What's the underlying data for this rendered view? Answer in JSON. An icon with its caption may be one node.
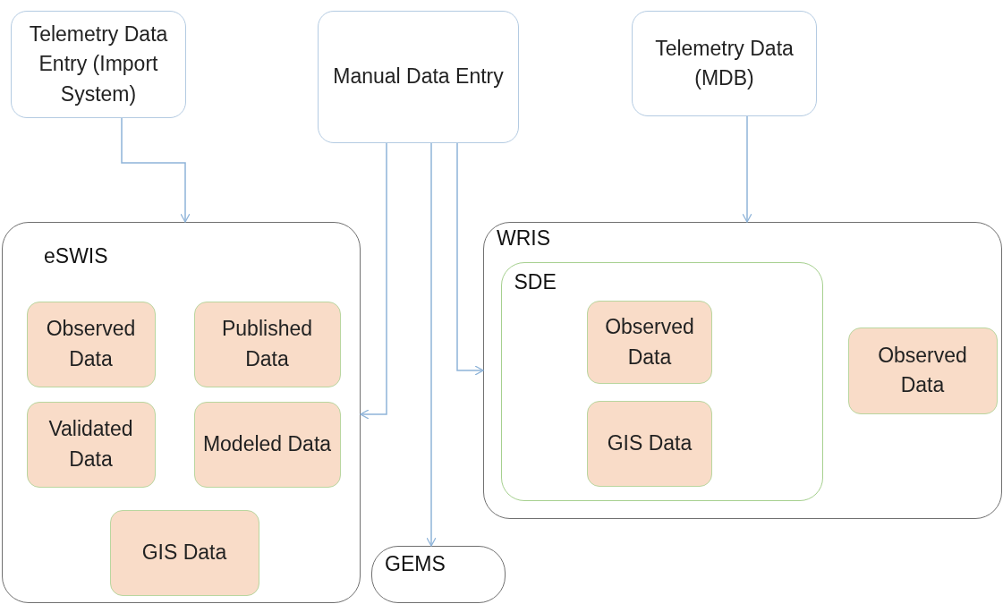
{
  "diagram": {
    "nodes": [
      {
        "text": [
          "Telemetry Data Entry (Import System)"
        ]
      },
      {
        "text": [
          "Manual Data Entry"
        ]
      },
      {
        "text": [
          "Telemetry Data (MDB)"
        ]
      },
      {
        "text": [
          "eSWIS"
        ]
      },
      {
        "text": [
          "Observed Data"
        ],
        "in": 3
      },
      {
        "text": [
          "Published Data"
        ],
        "in": 3
      },
      {
        "text": [
          "Validated Data"
        ],
        "in": 3
      },
      {
        "text": [
          "Modeled Data"
        ],
        "in": 3
      },
      {
        "text": [
          "GIS Data"
        ],
        "in": 3
      },
      {
        "text": [
          "GEMS"
        ]
      },
      {
        "text": [
          "WRIS"
        ]
      },
      {
        "text": [
          "SDE"
        ],
        "in": 10
      },
      {
        "text": [
          "Observed Data"
        ],
        "in": 11
      },
      {
        "text": [
          "GIS Data"
        ],
        "in": 11
      },
      {
        "text": [
          "Observed Data"
        ],
        "in": 10
      }
    ],
    "edges": [
      {
        "from": 0,
        "to": 3,
        "arrow": "to"
      },
      {
        "from": 2,
        "to": 10,
        "arrow": "to"
      },
      {
        "from": 1,
        "to": 3,
        "arrow": "to"
      },
      {
        "from": 1,
        "to": 9,
        "arrow": "to"
      },
      {
        "from": 1,
        "to": 10,
        "arrow": "to"
      }
    ]
  }
}
